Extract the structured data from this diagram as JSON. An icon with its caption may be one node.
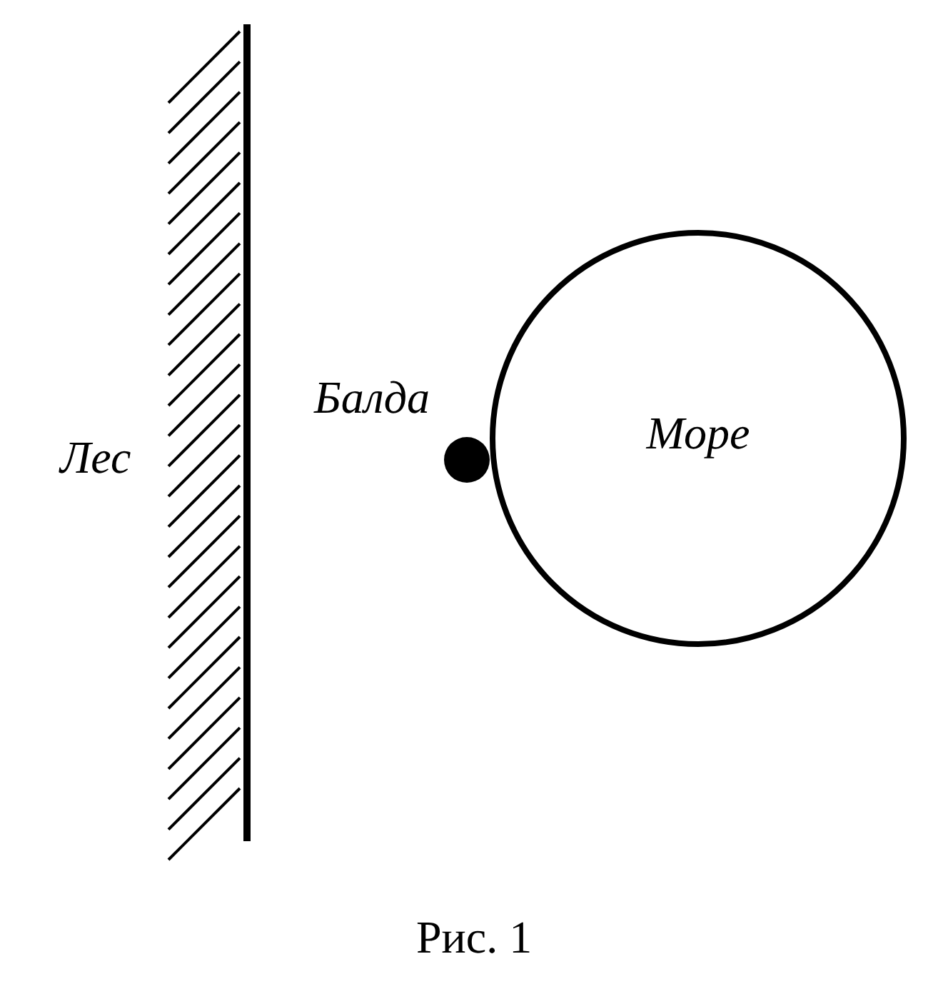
{
  "diagram": {
    "caption": "Рис. 1",
    "nodes": [
      {
        "text": [
          "Море"
        ]
      }
    ],
    "labels": [
      "Лес",
      "Балда"
    ]
  }
}
